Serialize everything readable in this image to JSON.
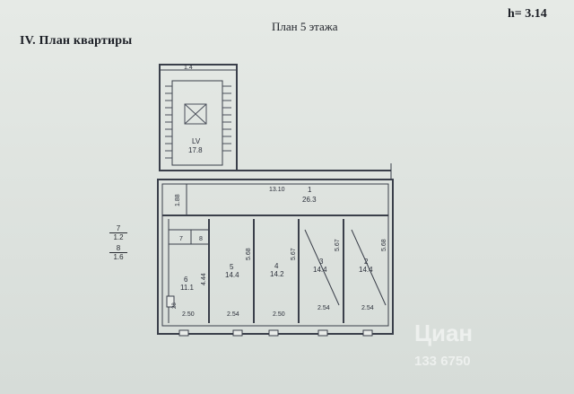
{
  "document": {
    "section_title": "IV. План квартиры",
    "floor_title": "План 5 этажа",
    "height_label": "h= 3.14"
  },
  "side_notes": [
    {
      "num": "7",
      "area": "1.2"
    },
    {
      "num": "8",
      "area": "1.6"
    }
  ],
  "plan": {
    "top_dim": "1.4",
    "stair_room": {
      "num": "LV",
      "area": "17.8"
    },
    "corridor": {
      "length": "13.10",
      "num": "1",
      "area": "26.3"
    },
    "corridor_width": "1.88",
    "room_6": {
      "num": "6",
      "area": "11.1",
      "width": "2.50",
      "depth": "4.44"
    },
    "room_5": {
      "num": "5",
      "area": "14.4",
      "width": "2.54",
      "depth": "5.68"
    },
    "room_4": {
      "num": "4",
      "area": "14.2",
      "width": "2.50",
      "depth": "5.67"
    },
    "room_3": {
      "num": "3",
      "area": "14.4",
      "width": "2.54",
      "depth": "5.67"
    },
    "room_2": {
      "num": "2",
      "area": "14.4",
      "width": "2.54",
      "depth": "5.68"
    },
    "small_7": "7",
    "small_8": "8",
    "small_label": "28"
  },
  "watermark": {
    "brand": "Циан",
    "phone": "133 6750"
  }
}
